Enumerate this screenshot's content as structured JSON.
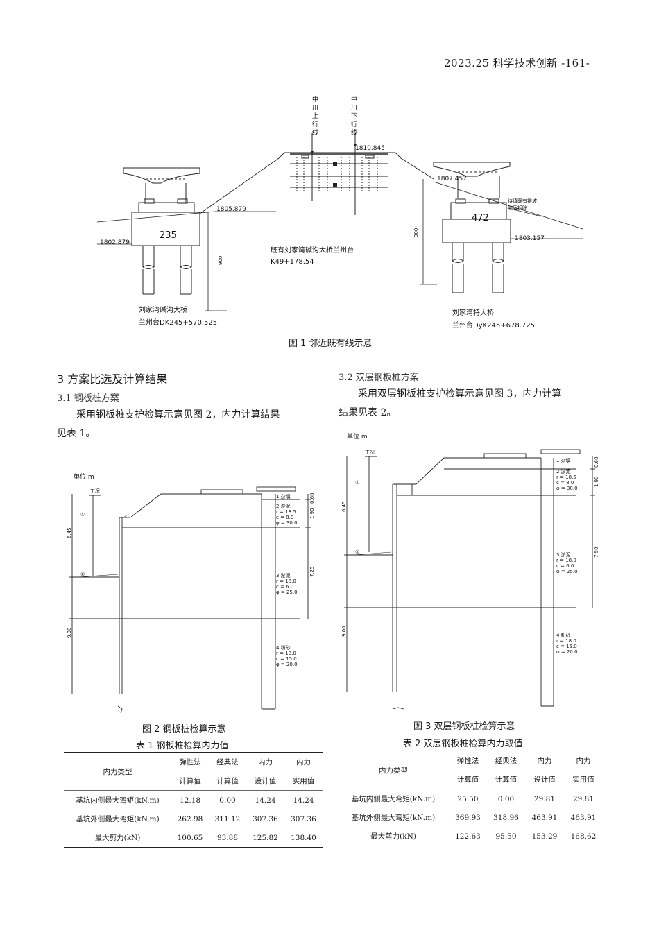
{
  "header": {
    "text": "2023.25 科学技术创新 -161-"
  },
  "figure1": {
    "caption": "图 1 邻近既有线示意",
    "labels": {
      "up_line": "中川上行线",
      "down_line": "中川下行线",
      "elev_top": "1810.845",
      "elev_left_mid": "1805.879",
      "elev_left_low": "1802.879",
      "elev_right_top": "1807.457",
      "elev_right_low": "1803.157",
      "cap_left": "235",
      "cap_right": "472",
      "dim_left": "900",
      "dim_right": "900",
      "note_right_1": "待填既有锥坡,",
      "note_right_2": "随后拆除",
      "bridge_mid_1": "既有刘家湾碱沟大桥兰州台",
      "bridge_mid_2": "K49+178.54",
      "bridge_left_1": "刘家湾碱沟大桥",
      "bridge_left_2": "兰州台DK245+570.525",
      "bridge_right_1": "刘家湾特大桥",
      "bridge_right_2": "兰州台DyK245+678.725"
    }
  },
  "section3": {
    "title": "3 方案比选及计算结果",
    "s31_title": "3.1 钢板桩方案",
    "s31_para": [
      "采用钢板桩支护检算示意见图 2，内力计算结果",
      "见表 1。"
    ],
    "s32_title": "3.2 双层钢板桩方案",
    "s32_para": [
      "采用双层钢板桩支护检算示意见图 3，内力计算",
      "结果见表 2。"
    ]
  },
  "figure2": {
    "caption": "图 2 钢板桩检算示意",
    "unit": "单位 m",
    "work": "工况",
    "m1": "①",
    "m2": "②",
    "dims": [
      "6.45",
      "9.00",
      "0.60",
      "1.90",
      "7.25"
    ],
    "layer1": "1.杂填",
    "layer2": [
      "2.淤泥",
      "r = 18.5",
      "c = 8.0",
      "φ = 30.0"
    ],
    "layer3": [
      "3.淤泥",
      "r = 18.0",
      "c = 6.0",
      "φ = 25.0"
    ],
    "layer4": [
      "4.粉砂",
      "r = 18.0",
      "c = 15.0",
      "φ = 20.0"
    ]
  },
  "figure3": {
    "caption": "图 3 双层钢板桩检算示意",
    "unit": "单位 m",
    "work": "工况",
    "m1": "①",
    "m2": "②",
    "dims": [
      "6.45",
      "9.00",
      "0.60",
      "1.90",
      "7.50"
    ],
    "layer1": "1.杂填",
    "layer2": [
      "2.淤泥",
      "r = 18.5",
      "c = 8.0",
      "φ = 30.0"
    ],
    "layer3": [
      "3.淤泥",
      "r = 18.0",
      "c = 6.0",
      "φ = 25.0"
    ],
    "layer4": [
      "4.粉砂",
      "r = 18.0",
      "c = 15.0",
      "φ = 20.0"
    ]
  },
  "table1": {
    "title": "表 1 钢板桩检算内力值",
    "head_type": "内力类型",
    "head_top": [
      "弹性法",
      "经典法",
      "内力",
      "内力"
    ],
    "head_bot": [
      "计算值",
      "计算值",
      "设计值",
      "实用值"
    ],
    "rows": [
      [
        "基坑内侧最大弯矩(kN.m)",
        "12.18",
        "0.00",
        "14.24",
        "14.24"
      ],
      [
        "基坑外侧最大弯矩(kN.m)",
        "262.98",
        "311.12",
        "307.36",
        "307.36"
      ],
      [
        "最大剪力(kN)",
        "100.65",
        "93.88",
        "125.82",
        "138.40"
      ]
    ]
  },
  "table2": {
    "title": "表 2 双层钢板桩检算内力取值",
    "head_type": "内力类型",
    "head_top": [
      "弹性法",
      "经典法",
      "内力",
      "内力"
    ],
    "head_bot": [
      "计算值",
      "计算值",
      "设计值",
      "实用值"
    ],
    "rows": [
      [
        "基坑内侧最大弯矩(kN.m)",
        "25.50",
        "0.00",
        "29.81",
        "29.81"
      ],
      [
        "基坑外侧最大弯矩(kN.m)",
        "369.93",
        "318.96",
        "463.91",
        "463.91"
      ],
      [
        "最大剪力(kN)",
        "122.63",
        "95.50",
        "153.29",
        "168.62"
      ]
    ]
  }
}
